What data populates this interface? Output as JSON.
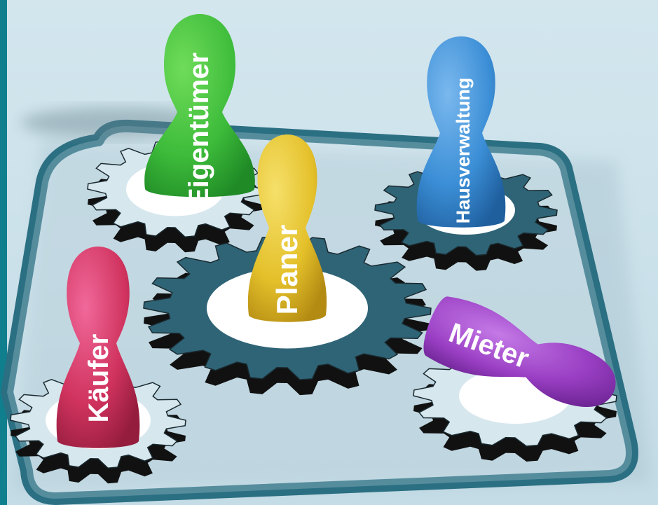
{
  "scene": {
    "pawns": [
      {
        "label": "Eigentümer",
        "color": "#3dbb3a"
      },
      {
        "label": "Hausverwaltung",
        "color": "#3b8ed6"
      },
      {
        "label": "Planer",
        "color": "#e4c02a"
      },
      {
        "label": "Käufer",
        "color": "#d0335e"
      },
      {
        "label": "Mieter",
        "color": "#9a3fc4"
      }
    ],
    "colors": {
      "background": "#cfe2ea",
      "left_stripe": "#0f7f8e",
      "board_frame": "#2b6f82",
      "gear_light": "#d7e7ee",
      "gear_dark": "#2f6476",
      "gear_side": "#111111"
    }
  }
}
